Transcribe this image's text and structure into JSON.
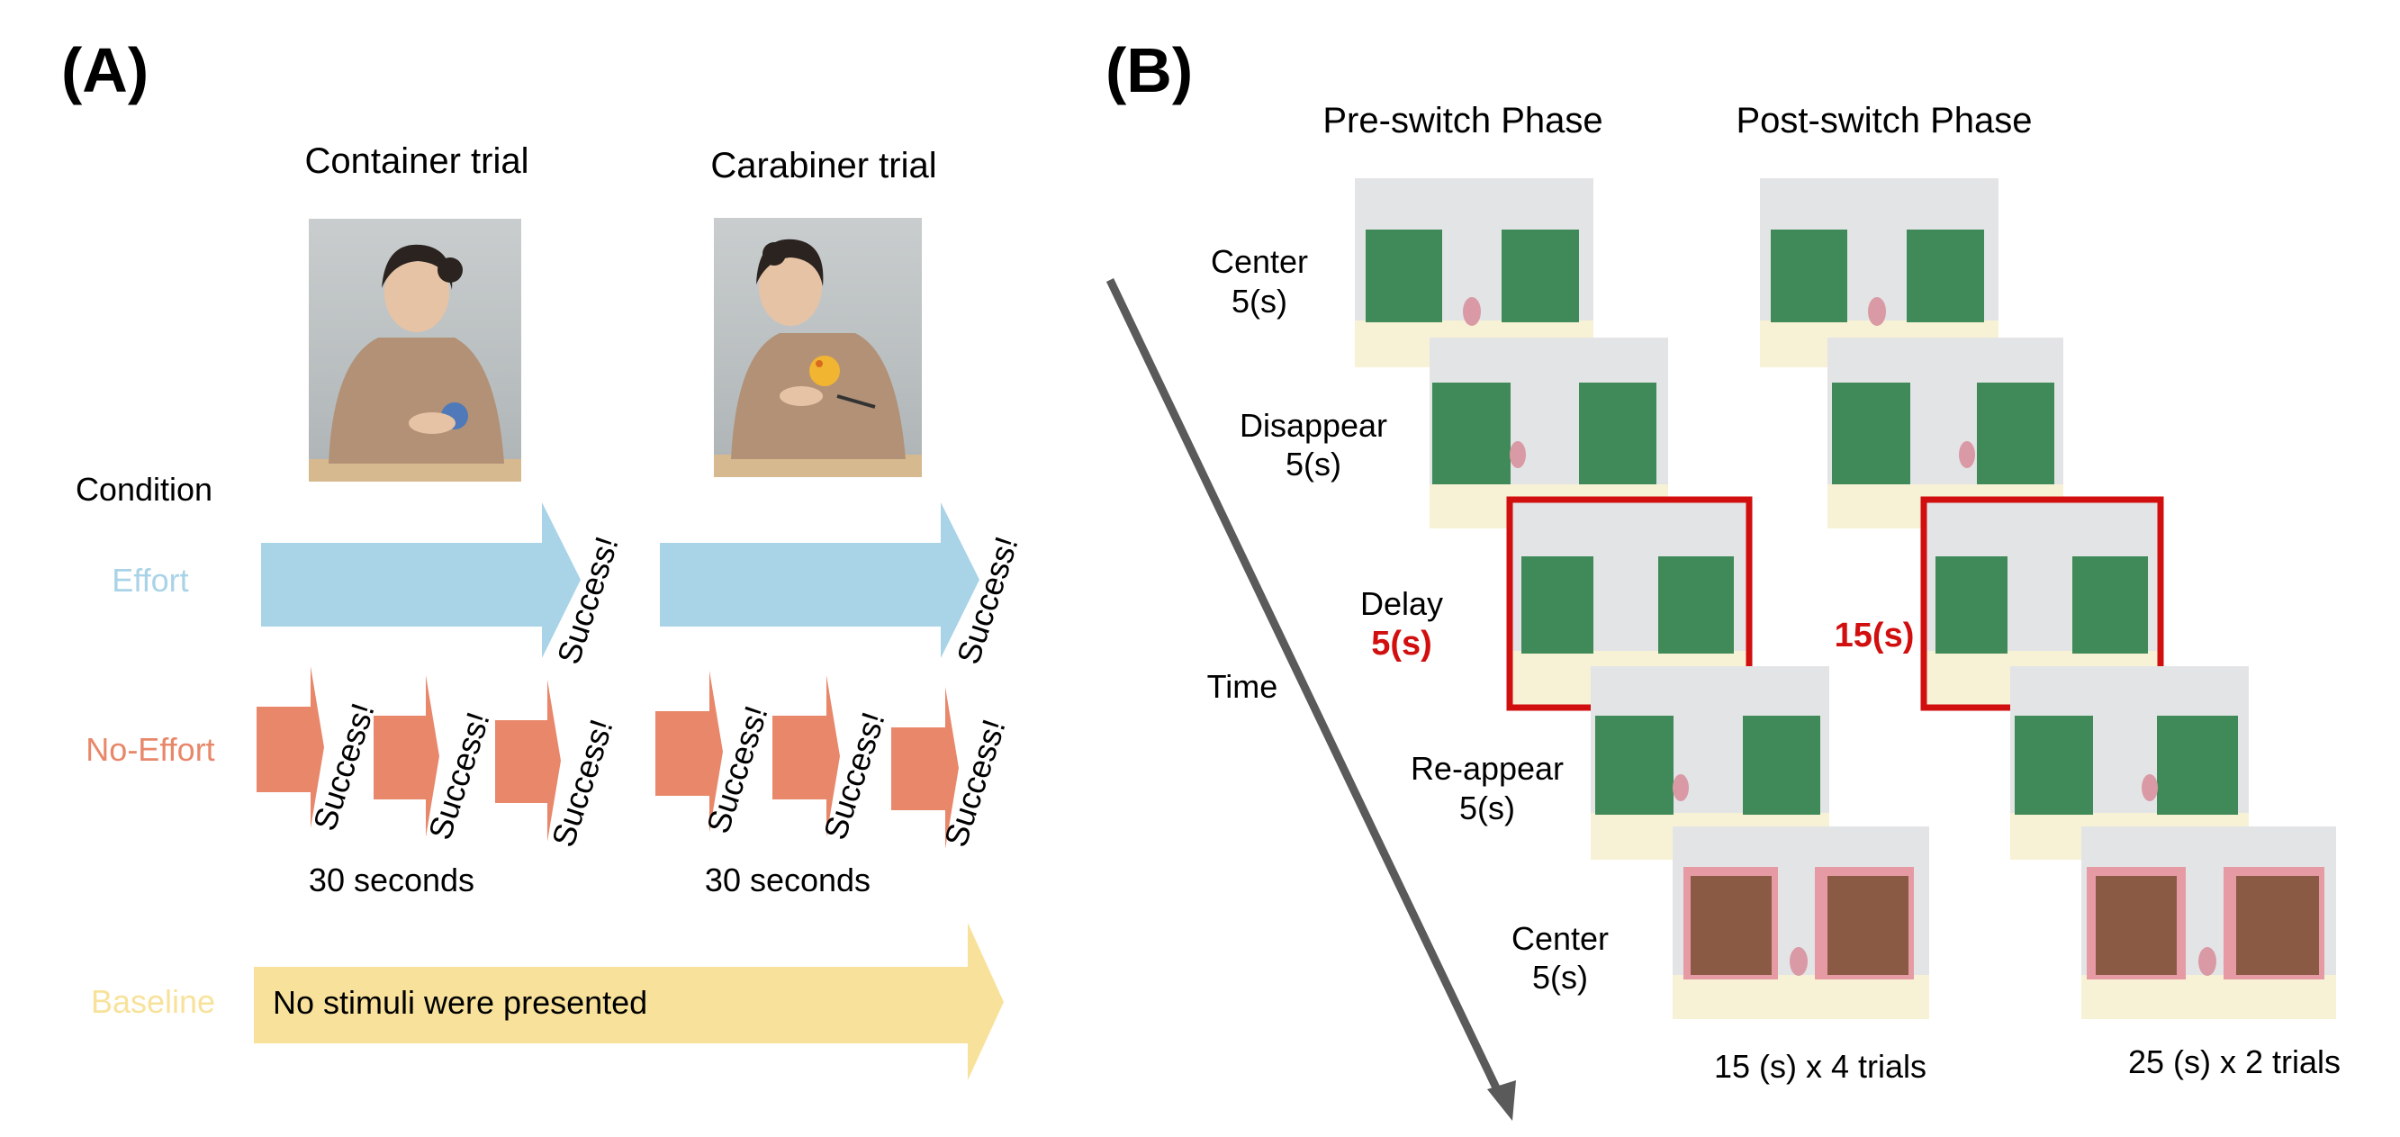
{
  "panel_a": {
    "label": "(A)",
    "trials": [
      {
        "title": "Container trial",
        "photo": "woman-with-container-photo"
      },
      {
        "title": "Carabiner trial",
        "photo": "woman-with-carabiner-photo"
      }
    ],
    "condition_header": "Condition",
    "conditions": [
      {
        "name": "Effort",
        "color": "#a9d3e7"
      },
      {
        "name": "No-Effort",
        "color": "#e8876a"
      },
      {
        "name": "Baseline",
        "color": "#f8e29b"
      }
    ],
    "success_label": "Success!",
    "duration_label": "30 seconds",
    "baseline_text": "No stimuli were presented"
  },
  "panel_b": {
    "label": "(B)",
    "phases": [
      "Pre-switch Phase",
      "Post-switch Phase"
    ],
    "time_label": "Time",
    "steps": [
      {
        "name": "Center",
        "duration": "5(s)"
      },
      {
        "name": "Disappear",
        "duration": "5(s)"
      },
      {
        "name": "Delay",
        "duration": "5(s)"
      },
      {
        "name": "Re-appear",
        "duration": "5(s)"
      },
      {
        "name": "Center",
        "duration": "5(s)"
      }
    ],
    "post_delay_duration": "15(s)",
    "pre_summary": "15 (s) x 4 trials",
    "post_summary": "25 (s) x 2 trials",
    "colors": {
      "highlight": "#d10f0f",
      "box": "#3f8a58",
      "wall": "#e3e4e6",
      "table": "#f7f2d5"
    }
  }
}
